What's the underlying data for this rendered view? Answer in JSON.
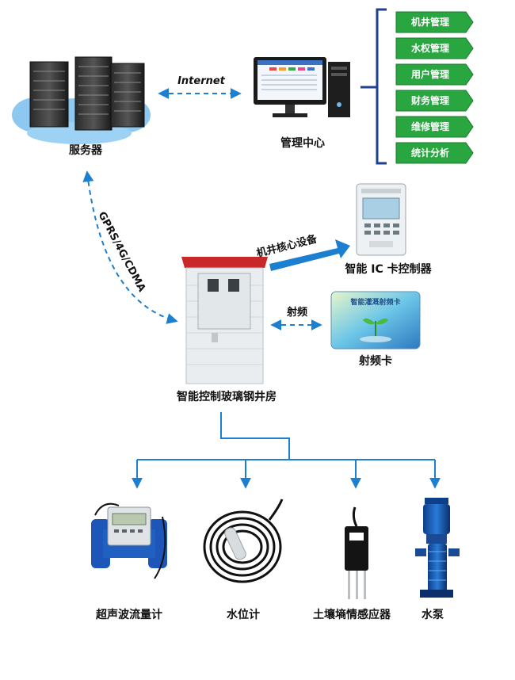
{
  "labels": {
    "server": "服务器",
    "internet": "Internet",
    "management_center": "管理中心",
    "gprs": "GPRS/4G/CDMA",
    "core_device": "机井核心设备",
    "ic_controller": "智能 IC 卡控制器",
    "rf": "射频",
    "rf_card": "射频卡",
    "card_face_title": "智能灌溉射频卡",
    "well_house": "智能控制玻璃钢井房",
    "flowmeter": "超声波流量计",
    "water_level": "水位计",
    "soil_sensor": "土壤墒情感应器",
    "pump": "水泵"
  },
  "menu": [
    {
      "label": "机井管理"
    },
    {
      "label": "水权管理"
    },
    {
      "label": "用户管理"
    },
    {
      "label": "财务管理"
    },
    {
      "label": "维修管理"
    },
    {
      "label": "统计分析"
    }
  ],
  "colors": {
    "arrow_blue": "#1c7fd0",
    "menu_green": "#2aa640",
    "bracket_navy": "#1f3f8f",
    "cloud_blue": "#8cc8f0",
    "roof_red": "#c8282a"
  }
}
